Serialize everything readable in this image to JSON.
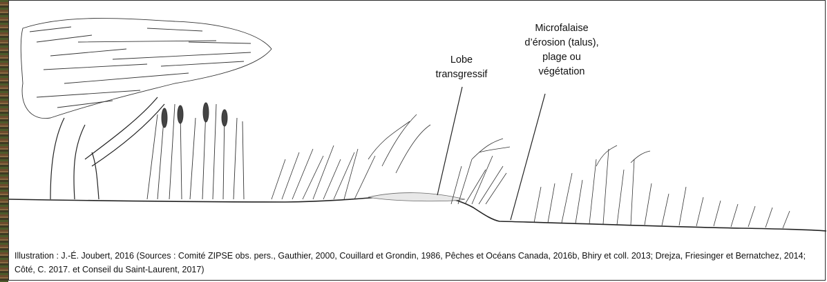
{
  "callouts": {
    "lobe": "Lobe\ntransgressif",
    "microfalaise": "Microfalaise\nd’érosion (talus),\nplage ou\nvégétation"
  },
  "caption": "Illustration : J.-É. Joubert, 2016 (Sources : Comité ZIPSE obs. pers., Gauthier, 2000, Couillard et Grondin, 1986, Pêches et Océans Canada, 2016b, Bhiry et coll. 2013; Drejza, Friesinger et Bernatchez, 2014; Côté, C. 2017. et Conseil du Saint-Laurent, 2017)"
}
